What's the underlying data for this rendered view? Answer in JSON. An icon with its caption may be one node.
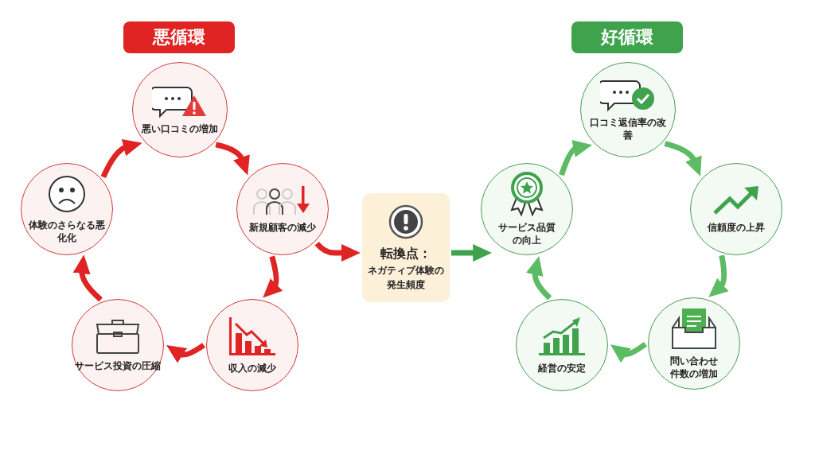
{
  "diagram": {
    "nodes": [
      {
        "text": [
          "悪循環"
        ]
      },
      {
        "text": [
          "悪い口コミの増加"
        ]
      },
      {
        "text": [
          "新規顧客の減少"
        ]
      },
      {
        "text": [
          "収入の減少"
        ]
      },
      {
        "text": [
          "サービス投資の圧縮"
        ]
      },
      {
        "text": [
          "体験のさらなる悪化化"
        ]
      },
      {
        "text": [
          "転換点：",
          "ネガティブ体験の発生頻度"
        ]
      },
      {
        "text": [
          "好循環"
        ]
      },
      {
        "text": [
          "口コミ返信率の改善"
        ]
      },
      {
        "text": [
          "信頼度の上昇"
        ]
      },
      {
        "text": [
          "問い合わせ件数の増加"
        ]
      },
      {
        "text": [
          "経営の安定"
        ]
      },
      {
        "text": [
          "サービス品質の向上"
        ]
      }
    ],
    "edges": [
      {
        "from": 1,
        "to": 2,
        "arrow": "to",
        "color": "#e02424"
      },
      {
        "from": 2,
        "to": 3,
        "arrow": "to",
        "color": "#e02424"
      },
      {
        "from": 3,
        "to": 4,
        "arrow": "to",
        "color": "#e02424"
      },
      {
        "from": 4,
        "to": 5,
        "arrow": "to",
        "color": "#e02424"
      },
      {
        "from": 5,
        "to": 1,
        "arrow": "to",
        "color": "#e02424"
      },
      {
        "from": 2,
        "to": 6,
        "arrow": "to",
        "color": "#e02424"
      },
      {
        "from": 6,
        "to": 12,
        "arrow": "to",
        "color": "#3fa34d"
      },
      {
        "from": 8,
        "to": 9,
        "arrow": "to",
        "color": "#5dbb63"
      },
      {
        "from": 9,
        "to": 10,
        "arrow": "to",
        "color": "#5dbb63"
      },
      {
        "from": 10,
        "to": 11,
        "arrow": "to",
        "color": "#5dbb63"
      },
      {
        "from": 11,
        "to": 12,
        "arrow": "to",
        "color": "#5dbb63"
      },
      {
        "from": 12,
        "to": 8,
        "arrow": "to",
        "color": "#5dbb63"
      }
    ]
  }
}
